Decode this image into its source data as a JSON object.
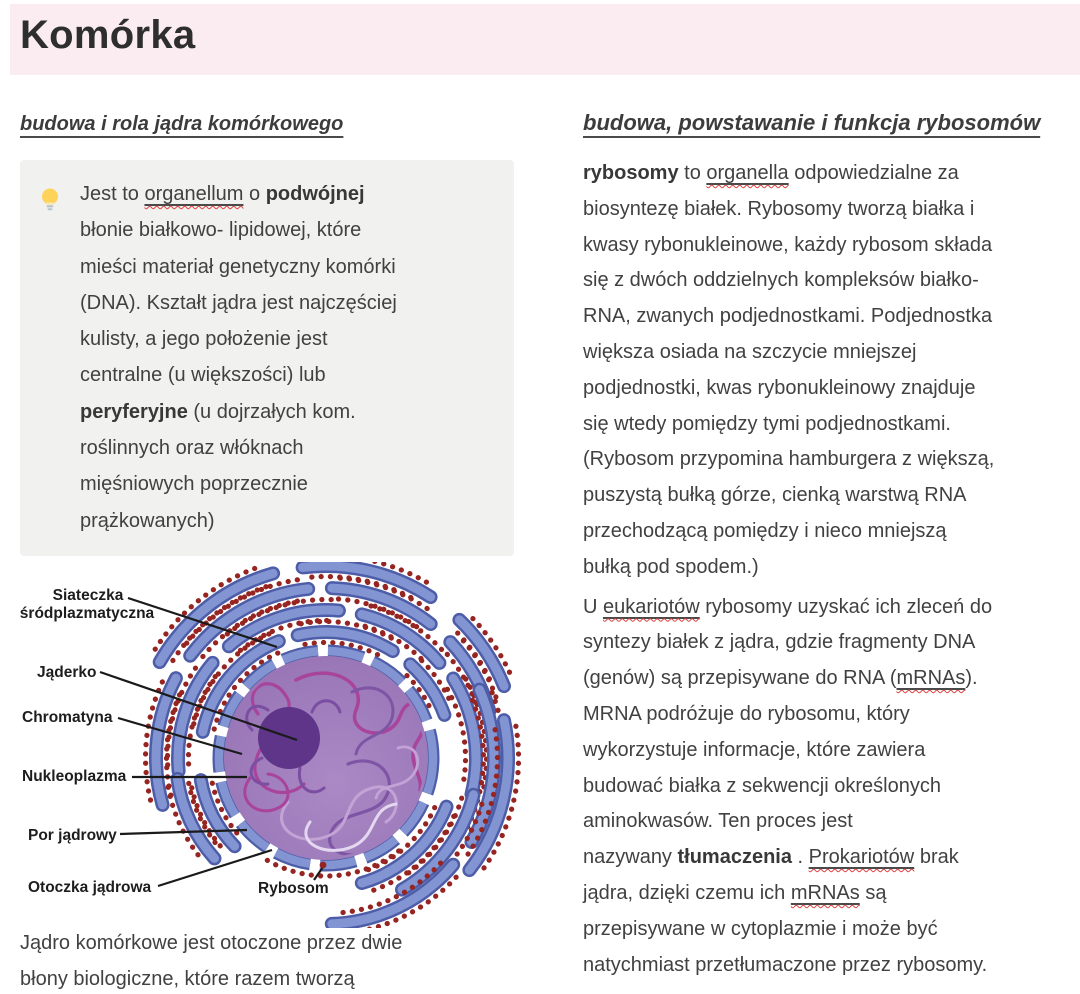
{
  "page": {
    "title": "Komórka"
  },
  "colors": {
    "header_bg": "#fbecf1",
    "callout_bg": "#f1f1ef",
    "spellcheck_red": "#e03e3e",
    "er_blue": "#8294d1",
    "er_border_blue": "#4d5da8",
    "ribosome_red": "#962420",
    "nucleus_purple": "#9d7cba",
    "nucleolus_purple": "#5e3589",
    "text": "#414141"
  },
  "left": {
    "heading": "budowa i rola jądra komórkowego",
    "callout": {
      "icon": "lightbulb-icon",
      "runs": [
        {
          "t": "Jest to "
        },
        {
          "t": "organellum",
          "u": true,
          "sp": true
        },
        {
          "t": " o "
        },
        {
          "t": "podwójnej",
          "b": true
        },
        {
          "t": "\nbłonie białkowo- lipidowej, które\nmieści materiał genetyczny komórki\n(DNA). Kształt jądra jest najczęściej\nkulisty, a jego położenie jest\ncentralne (u większości) lub\n"
        },
        {
          "t": "peryferyjne",
          "b": true
        },
        {
          "t": " (u dojrzałych kom.\nroślinnych oraz włóknach\nmięśniowych poprzecznie\nprążkowanych)"
        }
      ]
    },
    "diagram": {
      "labels": {
        "er_line1": "Siateczka",
        "er_line2": "śródplazmatyczna",
        "nucleolus": "Jąderko",
        "chromatin": "Chromatyna",
        "nucleoplasm": "Nukleoplazma",
        "pore": "Por jądrowy",
        "envelope": "Otoczka jądrowa",
        "ribosome": "Rybosom"
      }
    },
    "paragraph_runs": [
      {
        "t": "Jądro komórkowe jest otoczone przez dwie\nbłony biologiczne, które razem tworzą"
      }
    ]
  },
  "right": {
    "heading": "budowa, powstawanie i funkcja rybosomów",
    "paragraphs": [
      {
        "runs": [
          {
            "t": "rybosomy",
            "b": true
          },
          {
            "t": " to "
          },
          {
            "t": "organella",
            "u": true,
            "sp": true
          },
          {
            "t": " odpowiedzialne za\nbiosyntezę białek. Rybosomy tworzą białka i\nkwasy rybonukleinowe, każdy rybosom składa\nsię z dwóch oddzielnych kompleksów białko-\nRNA, zwanych podjednostkami. Podjednostka\nwiększa osiada na szczycie mniejszej\npodjednostki, kwas rybonukleinowy znajduje\nsię wtedy pomiędzy tymi podjednostkami.\n(Rybosom przypomina hamburgera z większą,\npuszystą bułką górze, cienką warstwą RNA\nprzechodzącą pomiędzy i nieco mniejszą\nbułką pod spodem.)"
          }
        ]
      },
      {
        "runs": [
          {
            "t": "U "
          },
          {
            "t": "eukariotów",
            "u": true,
            "sp": true
          },
          {
            "t": " rybosomy uzyskać ich zleceń do\nsyntezy białek z jądra, gdzie fragmenty DNA\n(genów) są przepisywane do RNA ("
          },
          {
            "t": "mRNAs",
            "u": true,
            "sp": true
          },
          {
            "t": ").\nMRNA podróżuje do rybosomu, który\nwykorzystuje informacje, które zawiera\nbudować białka z sekwencji określonych\naminokwasów. Ten proces jest\nnazywany "
          },
          {
            "t": "tłumaczenia",
            "b": true
          },
          {
            "t": " . "
          },
          {
            "t": "Prokariotów",
            "u": true,
            "sp": true
          },
          {
            "t": " brak\njądra, dzięki czemu ich "
          },
          {
            "t": "mRNAs",
            "u": true,
            "sp": true
          },
          {
            "t": " są\nprzepisywane w cytoplazmie i może być\nnatychmiast przetłumaczone przez rybosomy."
          }
        ]
      }
    ]
  }
}
